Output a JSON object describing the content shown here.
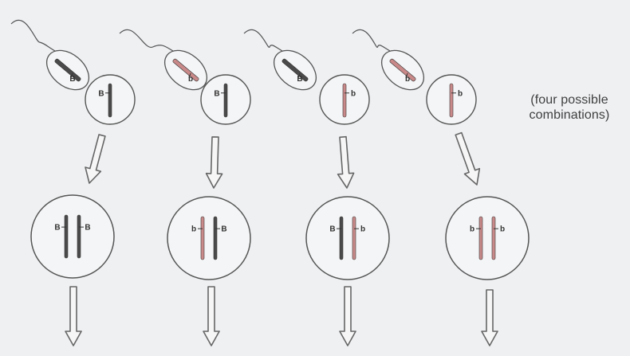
{
  "annotation": {
    "line1": "(four possible",
    "line2": "combinations)"
  },
  "colors": {
    "background": "#eef0f2",
    "cell_outline": "#555555",
    "cell_fill": "#f4f5f6",
    "dominant_chromosome": "#4a4a4a",
    "recessive_chromosome": "#c98989",
    "arrow_outline": "#666666",
    "arrow_fill": "#f6f6f6"
  },
  "combinations": [
    {
      "sperm": {
        "allele": "B",
        "chromosome": "dominant",
        "label": "B"
      },
      "egg": {
        "allele": "B",
        "chromosome": "dominant",
        "label": "B"
      },
      "zygote": [
        {
          "allele": "B",
          "chromosome": "dominant",
          "label": "B"
        },
        {
          "allele": "B",
          "chromosome": "dominant",
          "label": "B"
        }
      ]
    },
    {
      "sperm": {
        "allele": "b",
        "chromosome": "recessive",
        "label": "b"
      },
      "egg": {
        "allele": "B",
        "chromosome": "dominant",
        "label": "B"
      },
      "zygote": [
        {
          "allele": "b",
          "chromosome": "recessive",
          "label": "b"
        },
        {
          "allele": "B",
          "chromosome": "dominant",
          "label": "B"
        }
      ]
    },
    {
      "sperm": {
        "allele": "B",
        "chromosome": "dominant",
        "label": "B"
      },
      "egg": {
        "allele": "b",
        "chromosome": "recessive",
        "label": "b"
      },
      "zygote": [
        {
          "allele": "B",
          "chromosome": "dominant",
          "label": "B"
        },
        {
          "allele": "b",
          "chromosome": "recessive",
          "label": "b"
        }
      ]
    },
    {
      "sperm": {
        "allele": "b",
        "chromosome": "recessive",
        "label": "b"
      },
      "egg": {
        "allele": "b",
        "chromosome": "recessive",
        "label": "b"
      },
      "zygote": [
        {
          "allele": "b",
          "chromosome": "recessive",
          "label": "b"
        },
        {
          "allele": "b",
          "chromosome": "recessive",
          "label": "b"
        }
      ]
    }
  ]
}
